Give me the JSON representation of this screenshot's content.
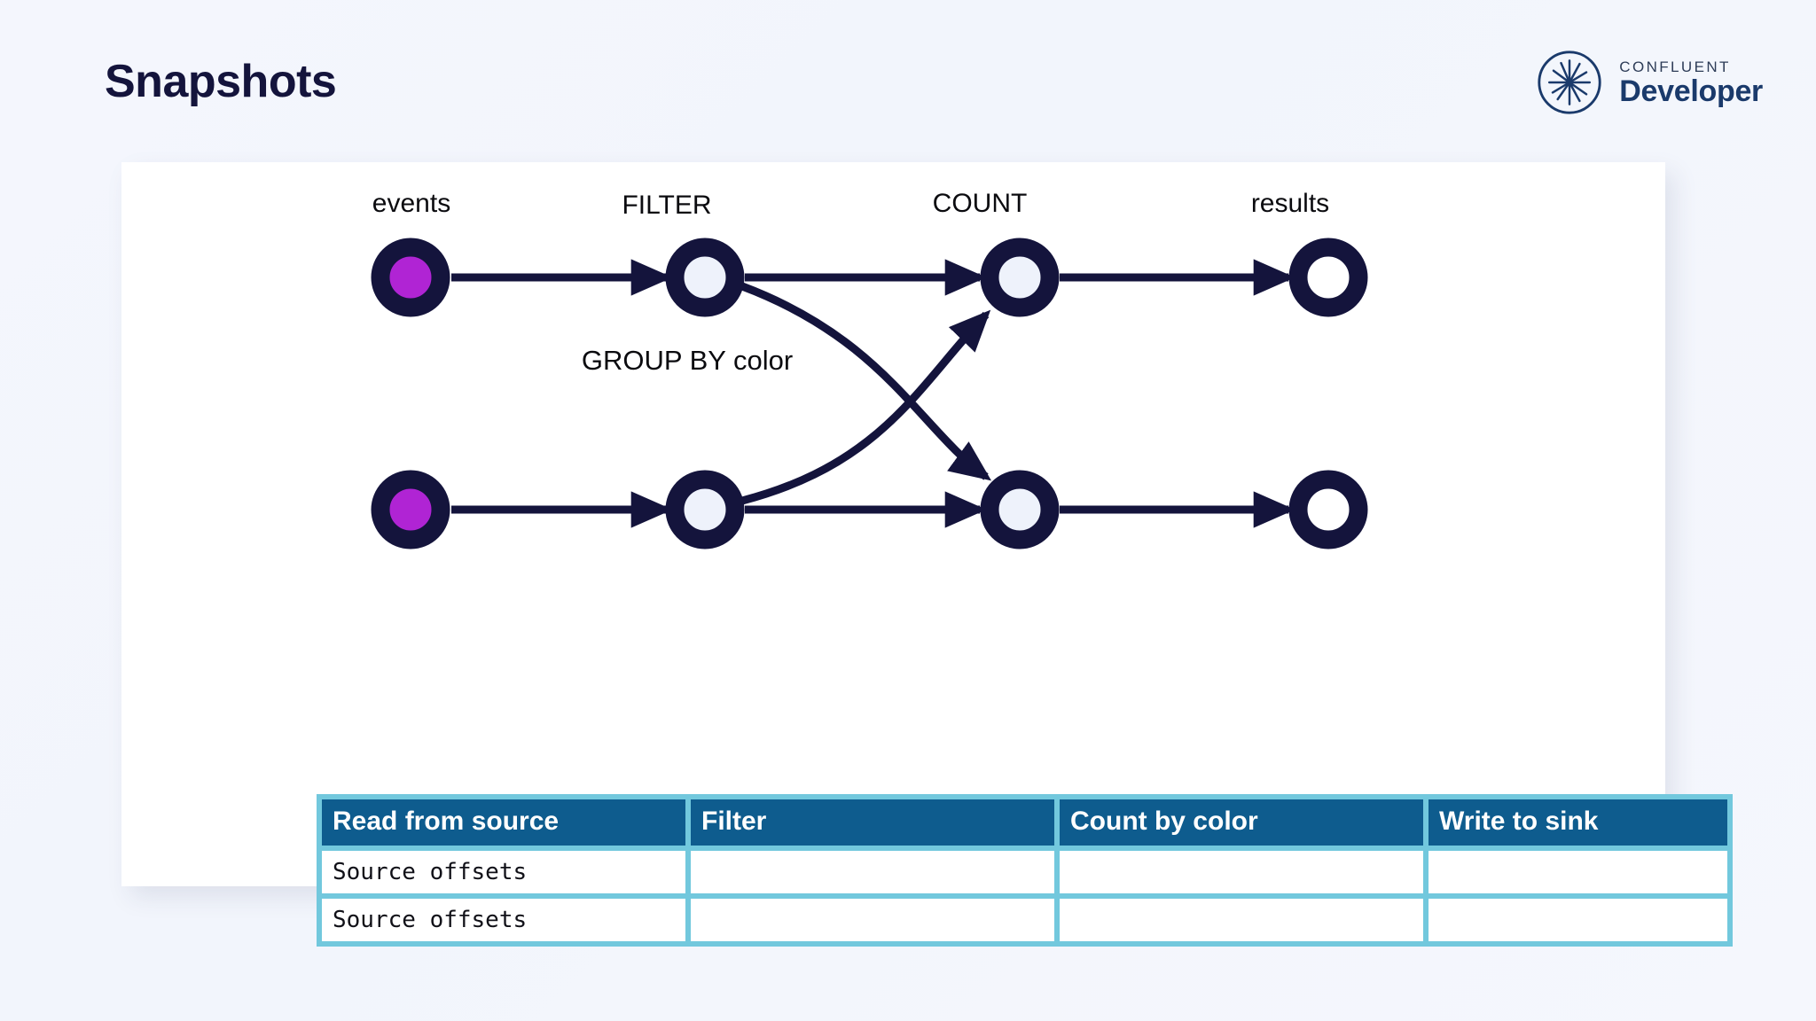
{
  "slide": {
    "title": "Snapshots"
  },
  "brand": {
    "icon": "confluent-starburst-icon",
    "top_label": "CONFLUENT",
    "bottom_label": "Developer",
    "text_color": "#1a3a6b"
  },
  "diagram": {
    "type": "pipeline",
    "edge_color": "#14143c",
    "group_label": "GROUP BY color",
    "column_captions": [
      "events",
      "FILTER",
      "COUNT",
      "results"
    ],
    "nodes": [
      {
        "id": "events-top",
        "caption": "events",
        "row": "top",
        "fill": "#b024d4",
        "stroke": "#14143c"
      },
      {
        "id": "filter-top",
        "caption": "FILTER",
        "row": "top",
        "fill": "#eef2fb",
        "stroke": "#14143c"
      },
      {
        "id": "count-top",
        "caption": "COUNT",
        "row": "top",
        "fill": "#eef2fb",
        "stroke": "#14143c"
      },
      {
        "id": "results-top",
        "caption": "results",
        "row": "top",
        "fill": "#ffffff",
        "stroke": "#14143c"
      },
      {
        "id": "events-bottom",
        "caption": "",
        "row": "bottom",
        "fill": "#b024d4",
        "stroke": "#14143c"
      },
      {
        "id": "filter-bottom",
        "caption": "",
        "row": "bottom",
        "fill": "#eef2fb",
        "stroke": "#14143c"
      },
      {
        "id": "count-bottom",
        "caption": "",
        "row": "bottom",
        "fill": "#eef2fb",
        "stroke": "#14143c"
      },
      {
        "id": "results-bottom",
        "caption": "",
        "row": "bottom",
        "fill": "#ffffff",
        "stroke": "#14143c"
      }
    ]
  },
  "table": {
    "header_bg": "#0e5c8e",
    "border_color": "#72c8dd",
    "headers": [
      "Read from source",
      "Filter",
      "Count by color",
      "Write to sink"
    ],
    "rows": [
      [
        "Source offsets",
        "",
        "",
        ""
      ],
      [
        "Source offsets",
        "",
        "",
        ""
      ]
    ]
  }
}
